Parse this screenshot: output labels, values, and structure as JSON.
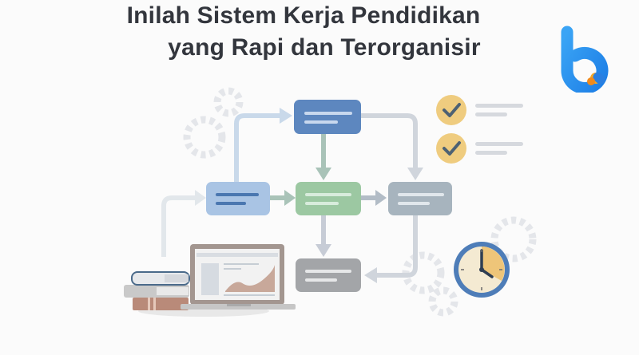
{
  "header": {
    "title_line1": "Inilah Sistem Kerja Pendidikan",
    "title_line2": "yang Rapi dan Terorganisir"
  },
  "logo": {
    "icon": "brand-b-logo-icon",
    "colors": [
      "#2f9bf3",
      "#f5a623"
    ]
  },
  "diagram": {
    "nodes": [
      {
        "id": "start",
        "color": "#a9c4e4",
        "line_color": "#4a77b0"
      },
      {
        "id": "top",
        "color": "#5d87bf",
        "line_color": "#c8d8ee"
      },
      {
        "id": "middle",
        "color": "#9cc8a2",
        "line_color": "#d8ecdc"
      },
      {
        "id": "right",
        "color": "#a7b4be",
        "line_color": "#e1e7ec"
      },
      {
        "id": "bottom",
        "color": "#a3a5a8",
        "line_color": "#e6e7e8"
      }
    ],
    "checklist_items": 2,
    "icons": [
      "gear-icon",
      "check-icon",
      "clock-icon",
      "laptop-icon",
      "books-icon"
    ],
    "accent_colors": {
      "check_bg": "#efcc7f",
      "clock_ring": "#4e7db8",
      "clock_face": "#f4ead2",
      "clock_fill": "#eec579",
      "connector": "#ccd3dc"
    }
  }
}
